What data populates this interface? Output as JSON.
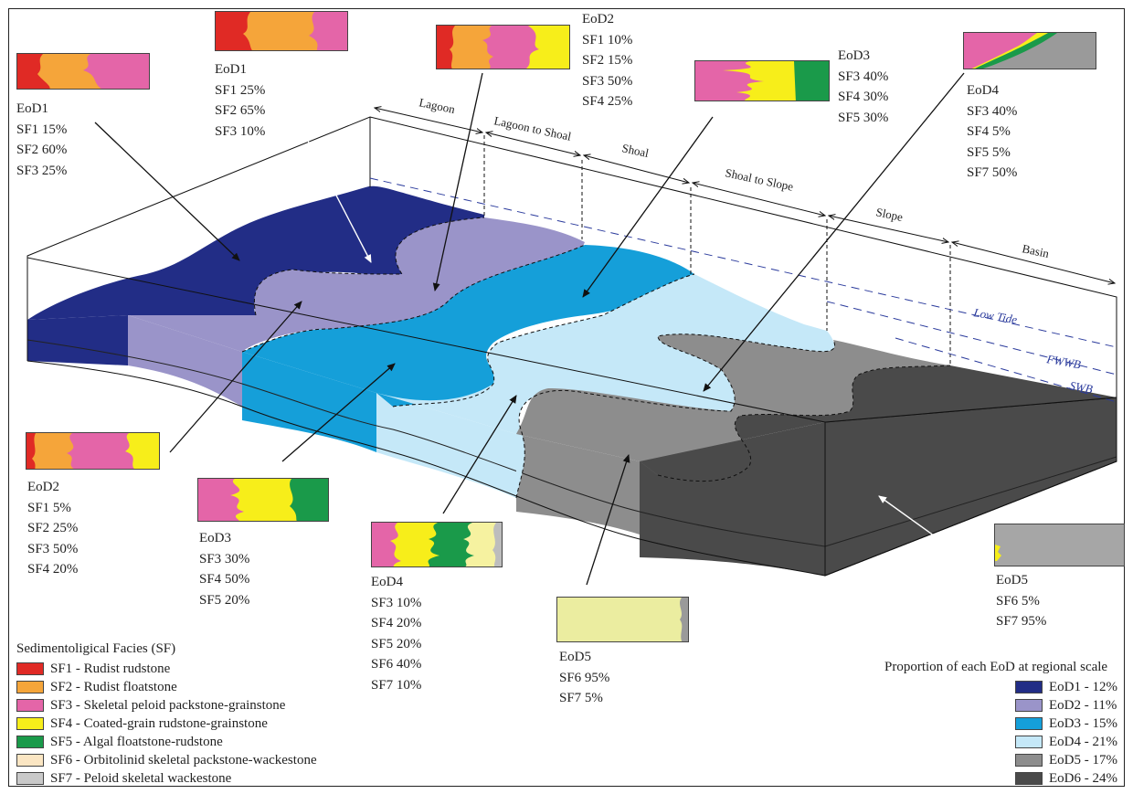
{
  "colors": {
    "sf1": "#e02a25",
    "sf2": "#f5a53a",
    "sf3": "#e465a8",
    "sf4": "#f7ee1a",
    "sf5": "#1a9a4a",
    "sf6": "#fbe6c3",
    "sf7": "#c9c9c9",
    "eod1": "#222d86",
    "eod2": "#9a94c9",
    "eod3": "#159fd9",
    "eod4": "#c5e8f8",
    "eod5": "#8d8d8d",
    "eod6": "#4a4a4a",
    "water_lines": "#2a3a9c"
  },
  "zones": [
    "Lagoon",
    "Lagoon to Shoal",
    "Shoal",
    "Shoal to Slope",
    "Slope",
    "Basin"
  ],
  "water_levels": [
    "Low Tide",
    "FWWB",
    "SWB"
  ],
  "callouts": {
    "top_eod1_left": {
      "title": "EoD1",
      "lines": [
        "SF1 15%",
        "SF2 60%",
        "SF3 25%"
      ]
    },
    "top_eod1_mid": {
      "title": "EoD1",
      "lines": [
        "SF1 25%",
        "SF2 65%",
        "SF3 10%"
      ]
    },
    "top_eod2": {
      "title": "EoD2",
      "lines": [
        "SF1 10%",
        "SF2 15%",
        "SF3 50%",
        "SF4 25%"
      ]
    },
    "top_eod3": {
      "title": "EoD3",
      "lines": [
        "SF3 40%",
        "SF4 30%",
        "SF5 30%"
      ]
    },
    "top_eod4": {
      "title": "EoD4",
      "lines": [
        "SF3 40%",
        "SF4 5%",
        "SF5 5%",
        "SF7 50%"
      ]
    },
    "bot_eod2": {
      "title": "EoD2",
      "lines": [
        "SF1 5%",
        "SF2 25%",
        "SF3 50%",
        "SF4 20%"
      ]
    },
    "bot_eod3": {
      "title": "EoD3",
      "lines": [
        "SF3 30%",
        "SF4 50%",
        "SF5 20%"
      ]
    },
    "bot_eod4": {
      "title": "EoD4",
      "lines": [
        "SF3 10%",
        "SF4 20%",
        "SF5 20%",
        "SF6 40%",
        "SF7 10%"
      ]
    },
    "bot_eod5_mid": {
      "title": "EoD5",
      "lines": [
        "SF6 95%",
        "SF7 5%"
      ]
    },
    "bot_eod5_right": {
      "title": "EoD5",
      "lines": [
        "SF6 5%",
        "SF7 95%"
      ]
    }
  },
  "sf_legend": {
    "heading": "Sedimentoligical Facies (SF)",
    "items": [
      {
        "label": "SF1 - Rudist rudstone",
        "color": "#e02a25"
      },
      {
        "label": "SF2 - Rudist floatstone",
        "color": "#f5a53a"
      },
      {
        "label": "SF3 - Skeletal peloid packstone-grainstone",
        "color": "#e465a8"
      },
      {
        "label": "SF4 - Coated-grain rudstone-grainstone",
        "color": "#f7ee1a"
      },
      {
        "label": "SF5 - Algal floatstone-rudstone",
        "color": "#1a9a4a"
      },
      {
        "label": "SF6 - Orbitolinid skeletal packstone-wackestone",
        "color": "#fbe6c3"
      },
      {
        "label": "SF7 - Peloid skeletal wackestone",
        "color": "#c9c9c9"
      }
    ]
  },
  "eod_legend": {
    "heading": "Proportion of each EoD at regional scale",
    "items": [
      {
        "label": "EoD1 - 12%",
        "color": "#222d86"
      },
      {
        "label": "EoD2 - 11%",
        "color": "#9a94c9"
      },
      {
        "label": "EoD3 - 15%",
        "color": "#159fd9"
      },
      {
        "label": "EoD4 - 21%",
        "color": "#c5e8f8"
      },
      {
        "label": "EoD5 - 17%",
        "color": "#8d8d8d"
      },
      {
        "label": "EoD6 - 24%",
        "color": "#4a4a4a"
      }
    ]
  }
}
